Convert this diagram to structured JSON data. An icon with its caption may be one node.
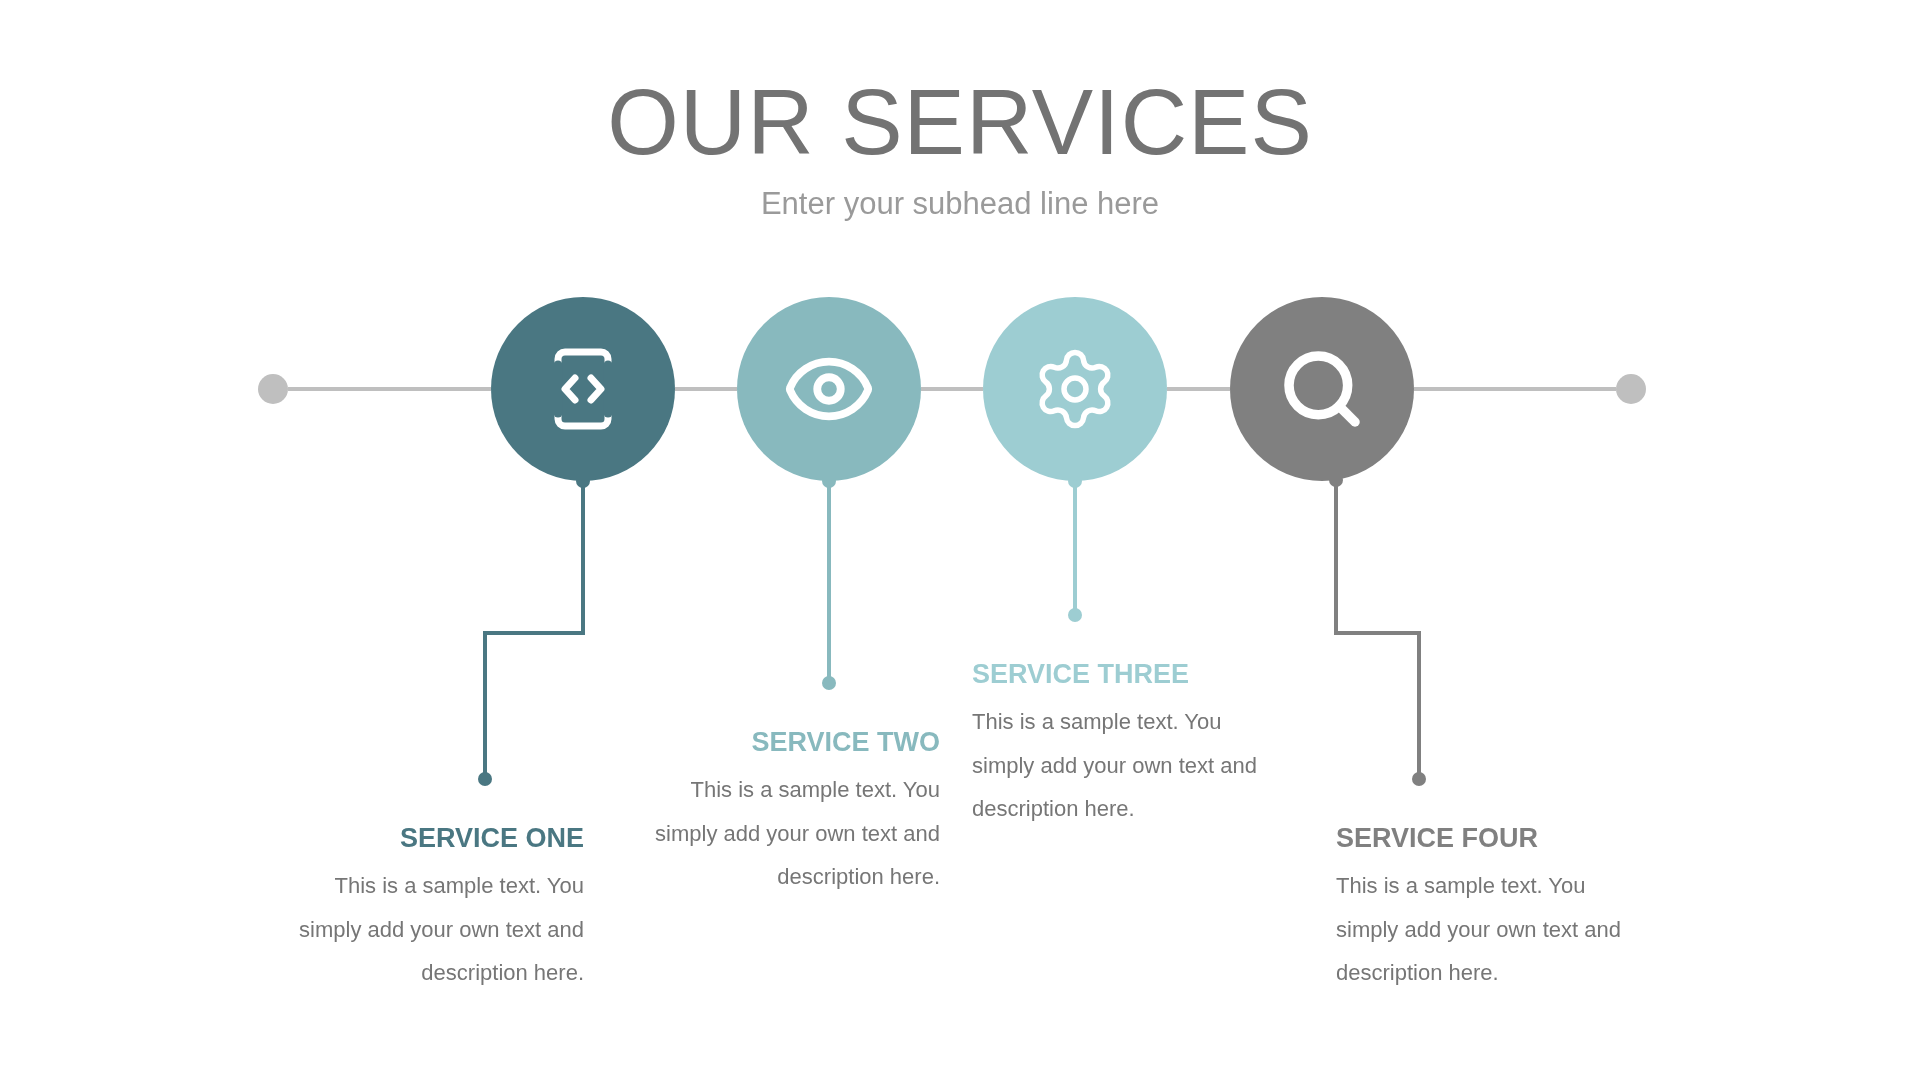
{
  "diagram": {
    "title": "OUR SERVICES",
    "caption": "Enter your subhead line here",
    "nodes": [
      {
        "text": [],
        "shape": "circle"
      },
      {
        "text": [],
        "shape": "circle"
      },
      {
        "text": [],
        "shape": "circle"
      },
      {
        "text": [],
        "shape": "circle"
      },
      {
        "text": [],
        "shape": "circle"
      },
      {
        "text": [],
        "shape": "circle"
      },
      {
        "text": [
          "SERVICE ONE",
          "This is a sample text. You simply add your own text and description here."
        ]
      },
      {
        "text": [
          "SERVICE TWO",
          "This is a sample text. You simply add your own text and description here."
        ]
      },
      {
        "text": [
          "SERVICE THREE",
          "This is a sample text. You simply add your own text and description here."
        ]
      },
      {
        "text": [
          "SERVICE FOUR",
          "This is a sample text. You simply add your own text and description here."
        ]
      }
    ],
    "edges": [
      {
        "from": 0,
        "to": 1,
        "arrow": "none"
      },
      {
        "from": 1,
        "to": 2,
        "arrow": "none"
      },
      {
        "from": 2,
        "to": 3,
        "arrow": "none"
      },
      {
        "from": 3,
        "to": 4,
        "arrow": "none"
      },
      {
        "from": 4,
        "to": 5,
        "arrow": "none"
      },
      {
        "from": 1,
        "to": 6,
        "arrow": "other",
        "color": "#4a7782"
      },
      {
        "from": 2,
        "to": 7,
        "arrow": "other",
        "color": "#88b9be"
      },
      {
        "from": 3,
        "to": 8,
        "arrow": "other",
        "color": "#9dcdd2"
      },
      {
        "from": 4,
        "to": 9,
        "arrow": "other",
        "color": "#808080"
      }
    ]
  }
}
